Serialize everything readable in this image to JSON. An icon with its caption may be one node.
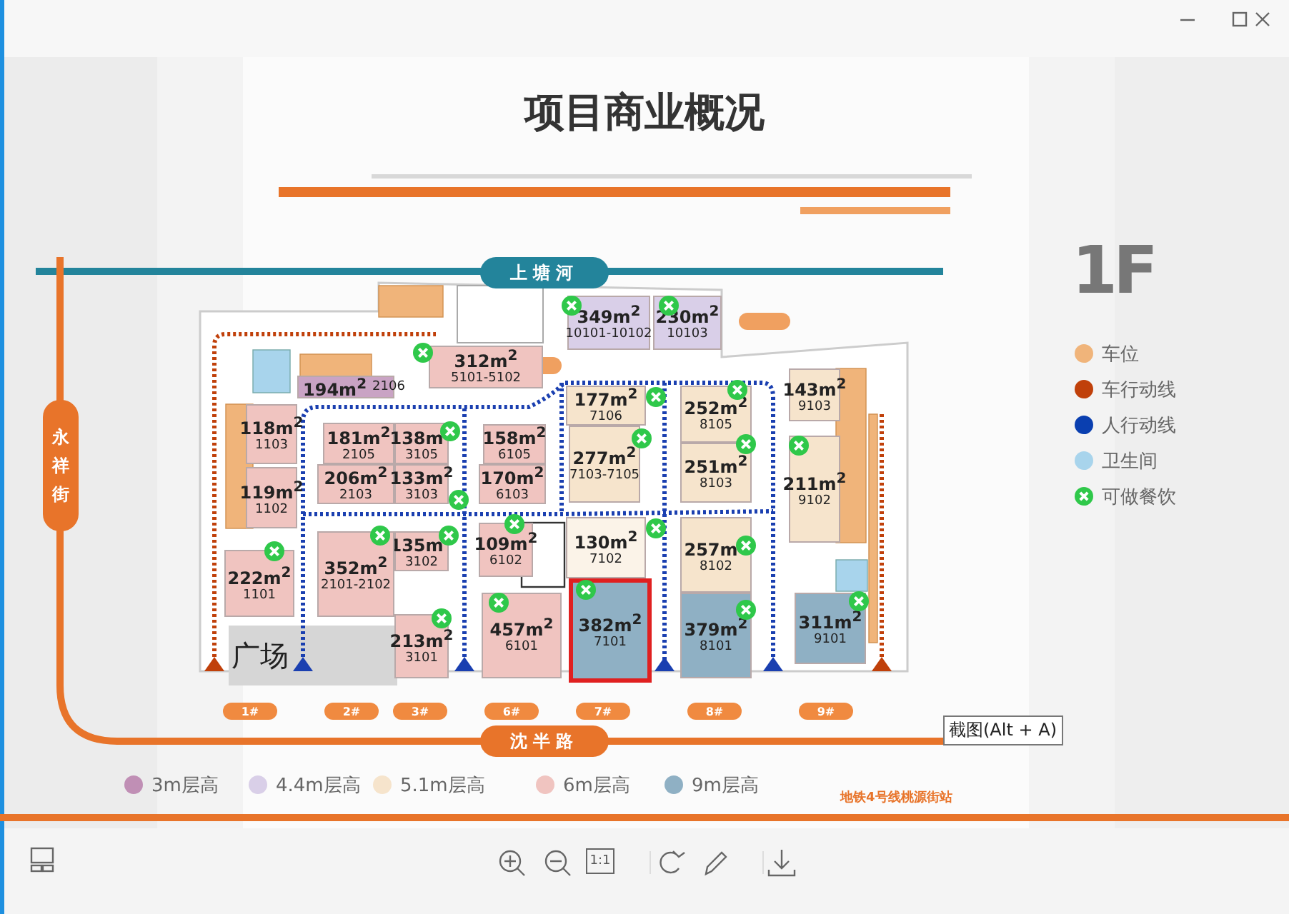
{
  "diagram": {
    "title": "项目商业概况",
    "nodes": [
      {
        "text": [
          "上塘河"
        ]
      },
      {
        "text": [
          "349m$^{2}$",
          "10101-10102"
        ]
      },
      {
        "text": [
          "230m$^{2}$",
          "10103"
        ]
      },
      {
        "text": [
          "312m$^{2}$",
          "5101-5102"
        ]
      },
      {
        "text": [
          "194m$^{2}$",
          "2106"
        ]
      },
      {
        "text": [
          "永祥街"
        ]
      },
      {
        "text": [
          "118m$^{2}$",
          "1103"
        ]
      },
      {
        "text": [
          "181m$^{2}$",
          "2105"
        ]
      },
      {
        "text": [
          "138m$^{2}$",
          "3105"
        ]
      },
      {
        "text": [
          "158m$^{2}$",
          "6105"
        ]
      },
      {
        "text": [
          "177m$^{2}$",
          "7106"
        ]
      },
      {
        "text": [
          "252m$^{2}$",
          "8105"
        ]
      },
      {
        "text": [
          "143m$^{2}$",
          "9103"
        ]
      },
      {
        "text": [
          "206m$^{2}$",
          "2103"
        ]
      },
      {
        "text": [
          "133m$^{2}$",
          "3103"
        ]
      },
      {
        "text": [
          "170m$^{2}$",
          "6103"
        ]
      },
      {
        "text": [
          "277m$^{2}$",
          "7103-7105"
        ]
      },
      {
        "text": [
          "251m$^{2}$",
          "8103"
        ]
      },
      {
        "text": [
          "211m$^{2}$",
          "9102"
        ]
      },
      {
        "text": [
          "119m$^{2}$",
          "1102"
        ]
      },
      {
        "text": [
          "109m$^{2}$",
          "6102"
        ]
      },
      {
        "text": [
          "135m$^{2}$",
          "3102"
        ]
      },
      {
        "text": [
          "352m$^{2}$",
          "2101-2102"
        ]
      },
      {
        "text": [
          "130m$^{2}$",
          "7102"
        ]
      },
      {
        "text": [
          "257m$^{2}$",
          "8102"
        ]
      },
      {
        "text": [
          "222m$^{2}$",
          "1101"
        ]
      },
      {
        "text": [
          "457m$^{2}$",
          "6101"
        ]
      },
      {
        "text": [
          "382m$^{2}$",
          "7101"
        ]
      },
      {
        "text": [
          "379m$^{2}$",
          "8101"
        ]
      },
      {
        "text": [
          "311m$^{2}$",
          "9101"
        ]
      },
      {
        "text": [
          "213m$^{2}$",
          "3101"
        ]
      },
      {
        "text": [
          "广场"
        ]
      },
      {
        "text": [
          "1#"
        ]
      },
      {
        "text": [
          "2#"
        ]
      },
      {
        "text": [
          "3#"
        ]
      },
      {
        "text": [
          "6#"
        ]
      },
      {
        "text": [
          "7#"
        ]
      },
      {
        "text": [
          "8#"
        ]
      },
      {
        "text": [
          "9#"
        ]
      },
      {
        "text": [
          "沈半路"
        ]
      }
    ],
    "labels": [
      "1F",
      "截图(Alt + A)",
      "地铁4号线桃源街站",
      "1:1"
    ],
    "legend": [
      {
        "text": "车位",
        "color": "#f0b47a"
      },
      {
        "text": "车行动线",
        "color": "#c0400a"
      },
      {
        "text": "人行动线",
        "color": "#0a3fb0"
      },
      {
        "text": "卫生间",
        "color": "#a8d4ec"
      },
      {
        "text": "可做餐饮"
      },
      {
        "text": "3m层高",
        "color": "#c08fb5"
      },
      {
        "text": "4.4m层高",
        "color": "#d9cfe8"
      },
      {
        "text": "5.1m层高",
        "color": "#f6e4cc"
      },
      {
        "text": "6m层高",
        "color": "#f0c4c0"
      },
      {
        "text": "9m层高",
        "color": "#8fb0c4"
      }
    ]
  }
}
